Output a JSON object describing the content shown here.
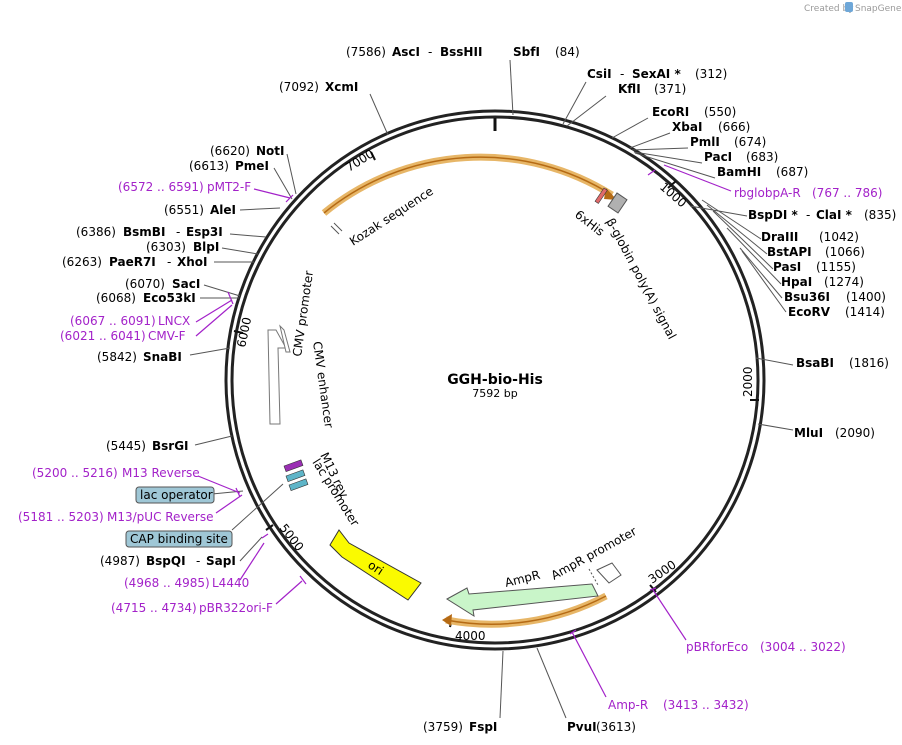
{
  "credit": {
    "text": "Created by",
    "brand": "SnapGene"
  },
  "plasmid": {
    "name": "GGH-bio-His",
    "size": "7592 bp"
  },
  "scale_labels": [
    {
      "text": "1000"
    },
    {
      "text": "2000"
    },
    {
      "text": "3000"
    },
    {
      "text": "4000"
    },
    {
      "text": "5000"
    },
    {
      "text": "6000"
    },
    {
      "text": "7000"
    }
  ],
  "features": [
    {
      "name": "Kozak sequence"
    },
    {
      "name": "6xHis"
    },
    {
      "name": "β-globin poly(A) signal"
    },
    {
      "name": "CMV promoter"
    },
    {
      "name": "CMV enhancer"
    },
    {
      "name": "M13 rev"
    },
    {
      "name": "lac promoter"
    },
    {
      "name": "ori"
    },
    {
      "name": "AmpR"
    },
    {
      "name": "AmpR promoter"
    }
  ],
  "sites": {
    "s7586": {
      "pos": "(7586)",
      "a": "AscI",
      "b": "BssHII"
    },
    "sbf": {
      "name": "SbfI",
      "pos": "(84)"
    },
    "csi": {
      "a": "CsiI",
      "b": "SexAI *",
      "pos": "(312)"
    },
    "kfl": {
      "name": "KflI",
      "pos": "(371)"
    },
    "ecori": {
      "name": "EcoRI",
      "pos": "(550)"
    },
    "xba": {
      "name": "XbaI",
      "pos": "(666)"
    },
    "pml": {
      "name": "PmlI",
      "pos": "(674)"
    },
    "pac": {
      "name": "PacI",
      "pos": "(683)"
    },
    "bam": {
      "name": "BamHI",
      "pos": "(687)"
    },
    "bspdi": {
      "a": "BspDI *",
      "b": "ClaI *",
      "pos": "(835)"
    },
    "dra": {
      "name": "DraIII",
      "pos": "(1042)"
    },
    "bstapi": {
      "name": "BstAPI",
      "pos": "(1066)"
    },
    "pas": {
      "name": "PasI",
      "pos": "(1155)"
    },
    "hpa": {
      "name": "HpaI",
      "pos": "(1274)"
    },
    "bsu": {
      "name": "Bsu36I",
      "pos": "(1400)"
    },
    "ecorv": {
      "name": "EcoRV",
      "pos": "(1414)"
    },
    "bsabi": {
      "name": "BsaBI",
      "pos": "(1816)"
    },
    "mlu": {
      "name": "MluI",
      "pos": "(2090)"
    },
    "pvu": {
      "name": "PvuI",
      "pos": "(3613)"
    },
    "fsp": {
      "name": "FspI",
      "pos": "(3759)"
    },
    "xcm": {
      "name": "XcmI",
      "pos": "(7092)"
    },
    "not": {
      "name": "NotI",
      "pos": "(6620)"
    },
    "pme": {
      "name": "PmeI",
      "pos": "(6613)"
    },
    "ale": {
      "name": "AleI",
      "pos": "(6551)"
    },
    "bsmbi": {
      "a": "BsmBI",
      "b": "Esp3I",
      "pos": "(6386)"
    },
    "blp": {
      "name": "BlpI",
      "pos": "(6303)"
    },
    "paer": {
      "a": "PaeR7I",
      "b": "XhoI",
      "pos": "(6263)"
    },
    "sac": {
      "name": "SacI",
      "pos": "(6070)"
    },
    "eco53": {
      "name": "Eco53kI",
      "pos": "(6068)"
    },
    "snabi": {
      "name": "SnaBI",
      "pos": "(5842)"
    },
    "bsrgi": {
      "name": "BsrGI",
      "pos": "(5445)"
    },
    "bspqi": {
      "a": "BspQI",
      "b": "SapI",
      "pos": "(4987)"
    }
  },
  "primers": {
    "rbglob": {
      "name": "rbglobpA-R",
      "range": "(767 .. 786)"
    },
    "pmt2": {
      "range": "(6572 .. 6591)",
      "name": "pMT2-F"
    },
    "lncx": {
      "range": "(6067 .. 6091)",
      "name": "LNCX"
    },
    "cmvf": {
      "range": "(6021 .. 6041)",
      "name": "CMV-F"
    },
    "m13rev": {
      "range": "(5200 .. 5216)",
      "name": "M13 Reverse"
    },
    "m13puc": {
      "range": "(5181 .. 5203)",
      "name": "M13/pUC Reverse"
    },
    "l4440": {
      "range": "(4968 .. 4985)",
      "name": "L4440"
    },
    "pbr322": {
      "range": "(4715 .. 4734)",
      "name": "pBR322ori-F"
    },
    "pbrfor": {
      "name": "pBRforEco",
      "range": "(3004 .. 3022)"
    },
    "ampr": {
      "name": "Amp-R",
      "range": "(3413 .. 3432)"
    }
  },
  "boxed": {
    "lacop": "lac operator",
    "cap": "CAP binding site"
  }
}
